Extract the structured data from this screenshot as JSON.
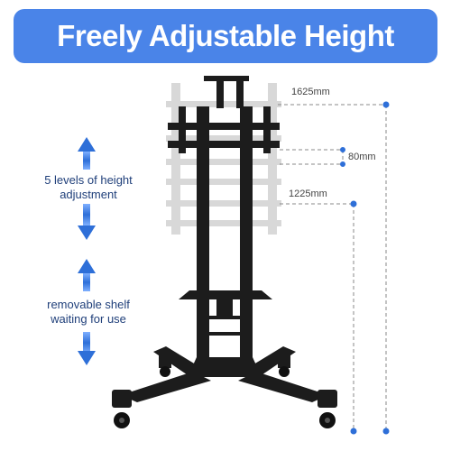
{
  "banner": {
    "title": "Freely Adjustable Height"
  },
  "captions": {
    "height_levels": {
      "line1": "5 levels of height",
      "line2": "adjustment"
    },
    "shelf": {
      "line1": "removable shelf",
      "line2": "waiting for use"
    }
  },
  "dimensions": {
    "max_height": "1625mm",
    "step": "80mm",
    "min_height": "1225mm"
  },
  "colors": {
    "banner": "#4a84e8",
    "accent_blue": "#2e6fd8",
    "frame": "#1c1c1c"
  }
}
